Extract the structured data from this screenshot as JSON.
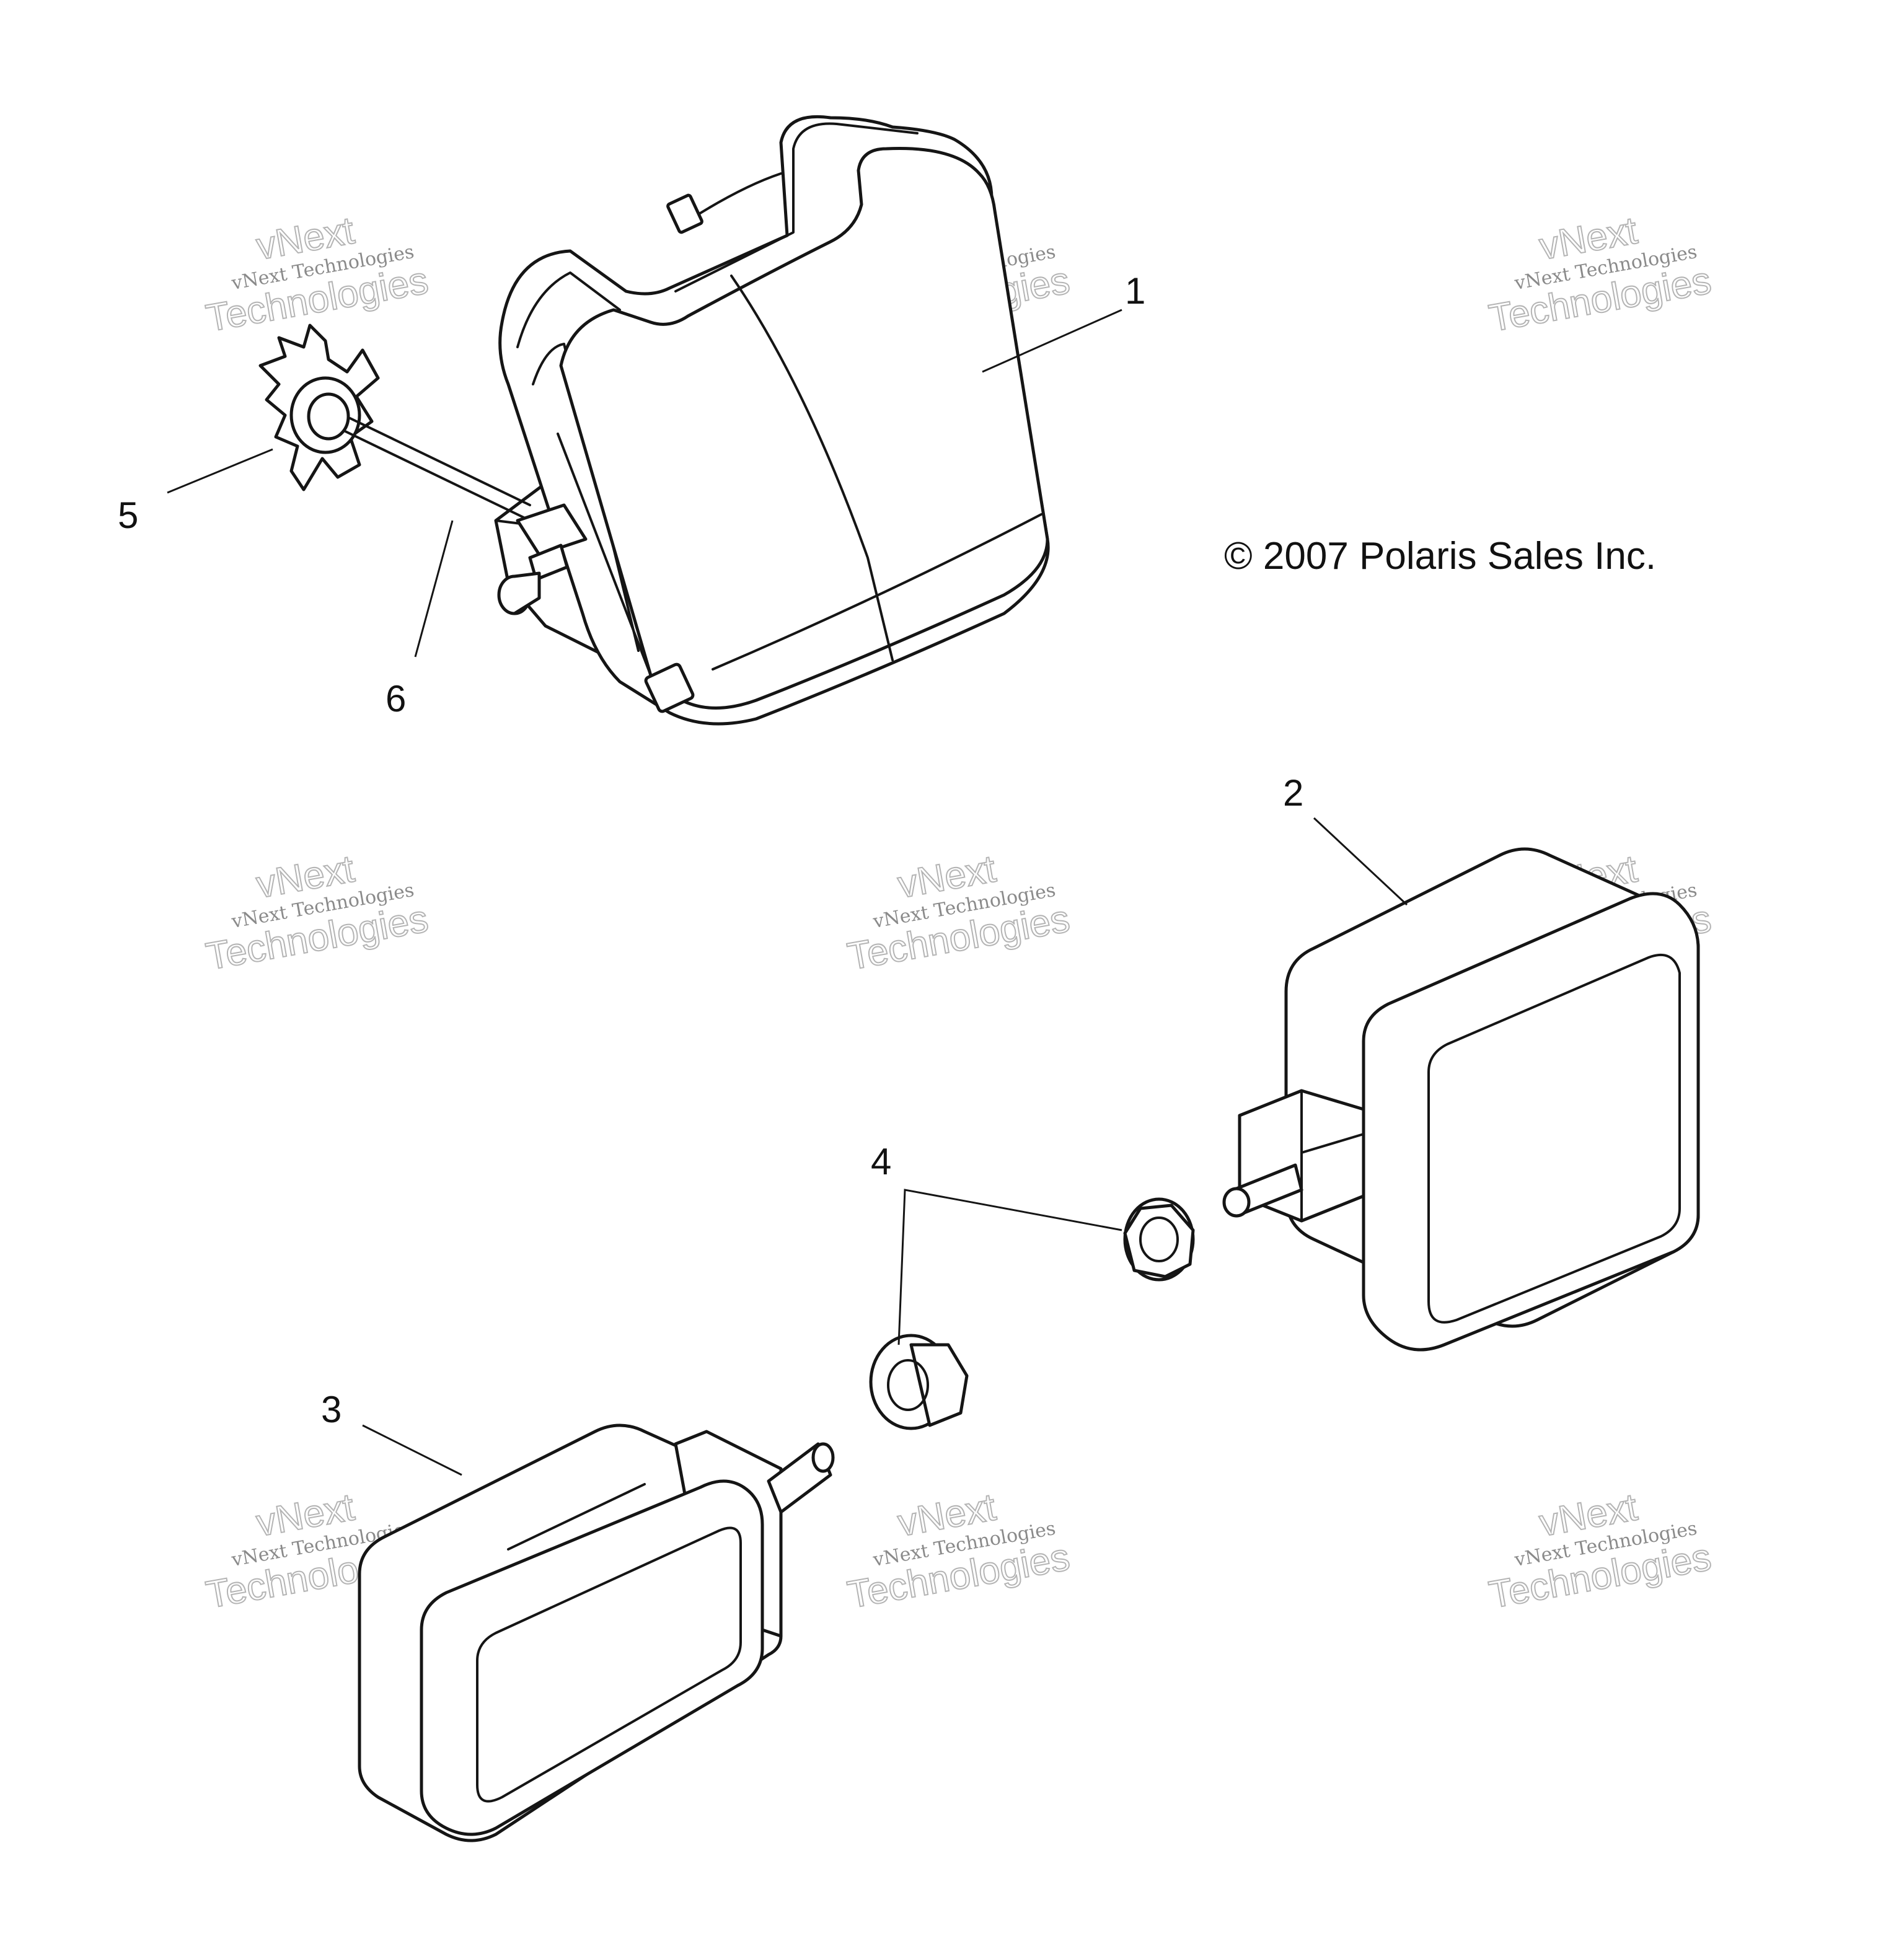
{
  "diagram": {
    "copyright": "© 2007 Polaris Sales Inc.",
    "watermark_line1": "vNext Technologies",
    "watermark_line2": "vNext",
    "watermark_line3": "Technologies",
    "callouts": [
      "1",
      "2",
      "3",
      "4",
      "5",
      "6"
    ],
    "parts": [
      {
        "callout": "1",
        "icon": "headlight-housing-icon"
      },
      {
        "callout": "2",
        "icon": "right-rectangular-lamp-icon"
      },
      {
        "callout": "3",
        "icon": "left-rectangular-lamp-icon"
      },
      {
        "callout": "4",
        "icon": "flange-nut-icon"
      },
      {
        "callout": "5",
        "icon": "adjuster-knob-icon"
      },
      {
        "callout": "6",
        "icon": "adjuster-rod-icon"
      }
    ]
  }
}
